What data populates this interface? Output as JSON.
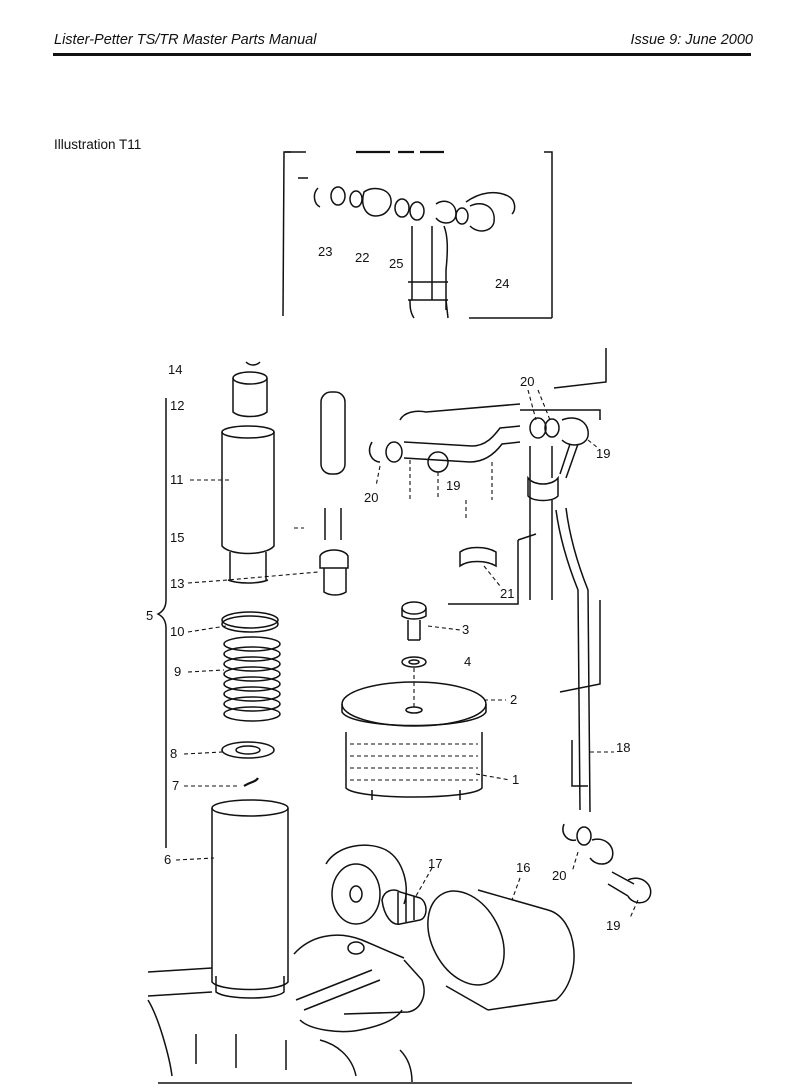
{
  "header": {
    "left": "Lister-Petter TS/TR Master Parts Manual",
    "right": "Issue 9: June 2000"
  },
  "caption": "Illustration T11",
  "inset_labels": [
    "23",
    "22",
    "25",
    "24"
  ],
  "main_labels": [
    "14",
    "12",
    "11",
    "15",
    "13",
    "5",
    "10",
    "9",
    "8",
    "7",
    "6",
    "20",
    "19",
    "20",
    "19",
    "21",
    "3",
    "4",
    "2",
    "1",
    "18",
    "17",
    "16",
    "20",
    "19"
  ]
}
